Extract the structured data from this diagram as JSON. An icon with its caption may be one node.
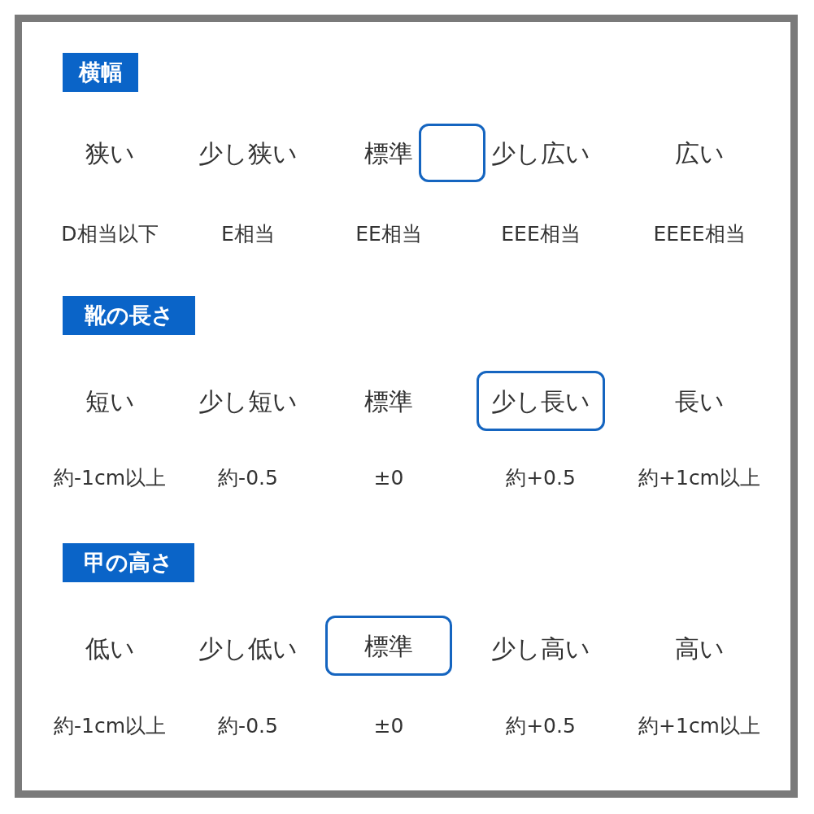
{
  "diagram": {
    "nodes": [
      {
        "text": [
          "横幅"
        ]
      },
      {
        "text": [],
        "shape": "box"
      },
      {
        "text": [
          "靴の長さ"
        ]
      },
      {
        "text": [
          "少し長い"
        ]
      },
      {
        "text": [
          "甲の高さ"
        ]
      },
      {
        "text": [
          "標準"
        ]
      }
    ],
    "labels": [
      "狭い",
      "少し狭い",
      "標準",
      "少し広い",
      "広い",
      "D相当以下",
      "E相当",
      "EE相当",
      "EEE相当",
      "EEEE相当",
      "短い",
      "少し短い",
      "標準",
      "長い",
      "約-1cm以上",
      "約-0.5",
      "±0",
      "約+0.5",
      "約+1cm以上",
      "低い",
      "少し低い",
      "少し高い",
      "高い",
      "約-1cm以上",
      "約-0.5",
      "±0",
      "約+0.5",
      "約+1cm以上"
    ]
  }
}
